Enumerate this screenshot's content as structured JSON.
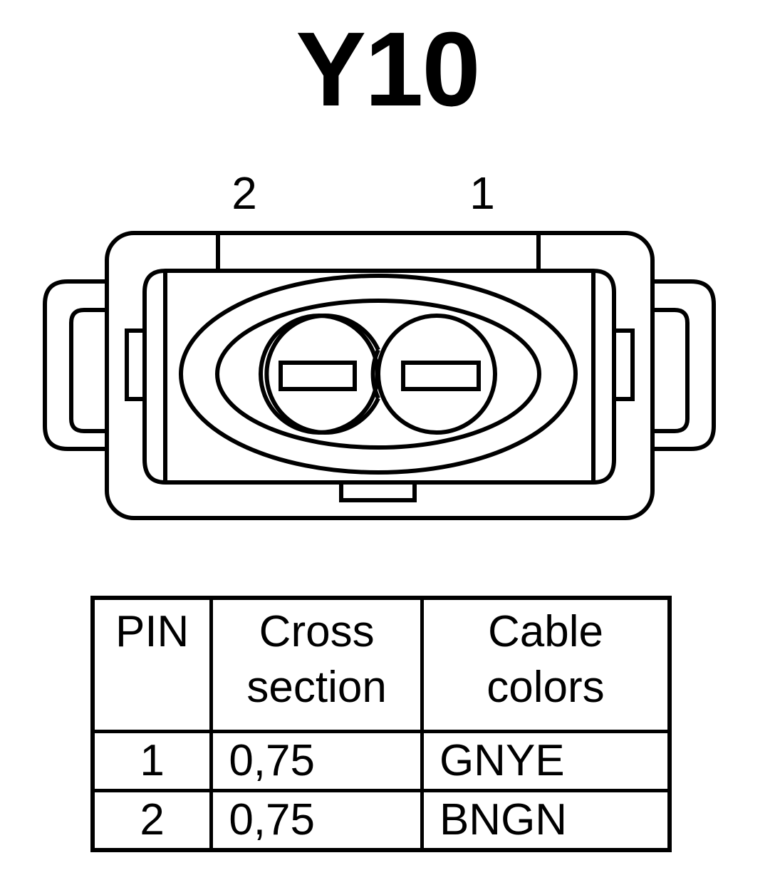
{
  "title": "Y10",
  "pin_labels": [
    "2",
    "1"
  ],
  "table": {
    "headers": {
      "pin": "PIN",
      "cross_section_line1": "Cross",
      "cross_section_line2": "section",
      "cable_colors_line1": "Cable",
      "cable_colors_line2": "colors"
    },
    "rows": [
      {
        "pin": "1",
        "cross_section": "0,75",
        "cable_color": "GNYE"
      },
      {
        "pin": "2",
        "cross_section": "0,75",
        "cable_color": "BNGN"
      }
    ]
  }
}
